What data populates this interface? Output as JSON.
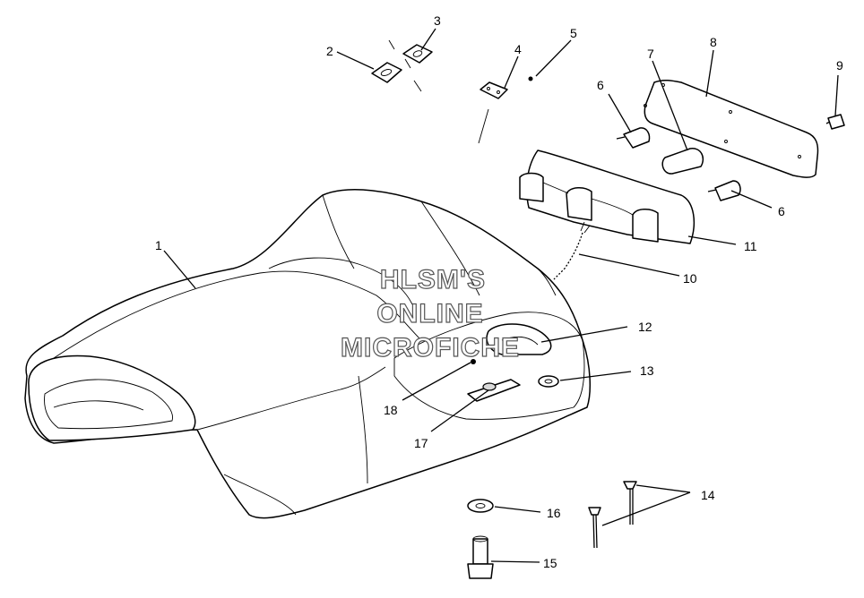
{
  "watermark": {
    "line1": "HLSM'S",
    "line2": "ONLINE",
    "line3": "MICROFICHE"
  },
  "callouts": [
    "1",
    "2",
    "3",
    "4",
    "5",
    "6",
    "7",
    "8",
    "9",
    "10",
    "11",
    "12",
    "13",
    "14",
    "15",
    "16",
    "17",
    "18",
    "6"
  ]
}
